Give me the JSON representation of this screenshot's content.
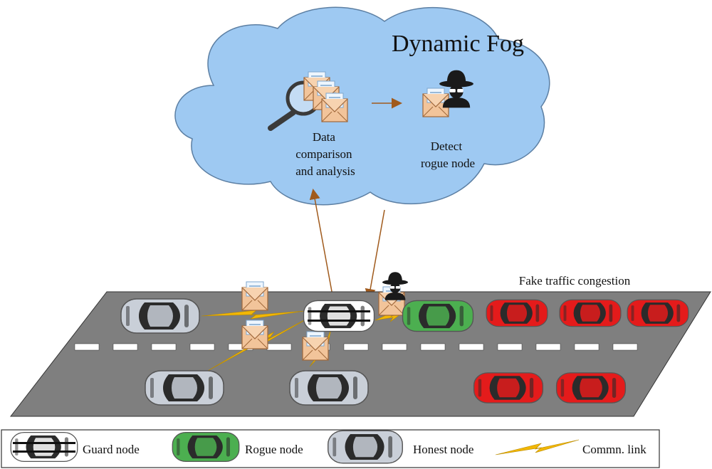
{
  "cloud": {
    "title": "Dynamic Fog",
    "analysis_label_lines": [
      "Data",
      "comparison",
      "and analysis"
    ],
    "detect_label_lines": [
      "Detect",
      "rogue node"
    ]
  },
  "road": {
    "congestion_label": "Fake traffic congestion"
  },
  "legend": {
    "guard": "Guard node",
    "rogue": "Rogue node",
    "honest": "Honest node",
    "link": "Commn. link"
  },
  "colors": {
    "cloud_fill": "#9ec9f2",
    "road": "#7f7f7f",
    "guard_car": "#ffffff",
    "rogue_car": "#4caf50",
    "honest_car": "#c9cfd8",
    "congestion_car": "#e41b1b",
    "link": "#f2b705",
    "arrow": "#a05a1c",
    "envelope": "#f2c49a"
  },
  "icons": [
    "magnifier-icon",
    "envelope-icon",
    "spy-icon",
    "car-icon",
    "lightning-link-icon"
  ]
}
